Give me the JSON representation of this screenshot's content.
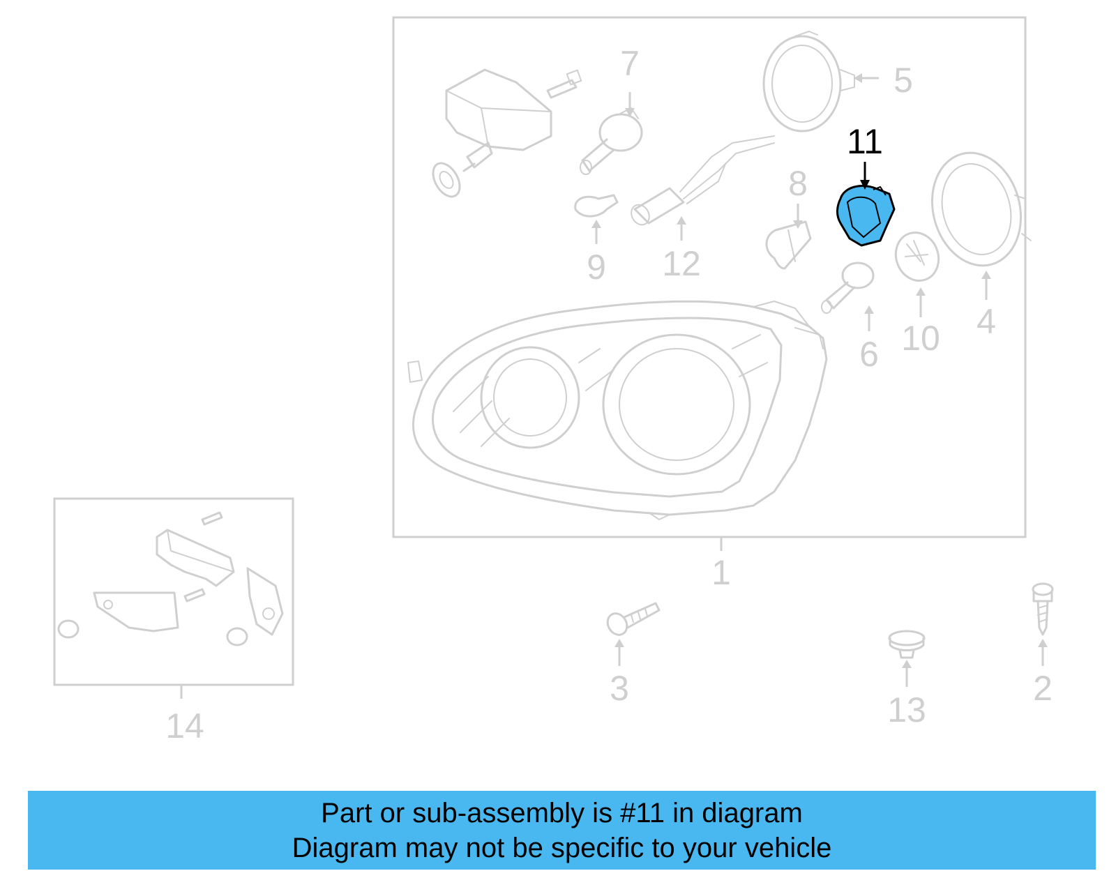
{
  "callouts": {
    "c1": "1",
    "c2": "2",
    "c3": "3",
    "c4": "4",
    "c5": "5",
    "c6": "6",
    "c7": "7",
    "c8": "8",
    "c9": "9",
    "c10": "10",
    "c11": "11",
    "c12": "12",
    "c13": "13",
    "c14": "14"
  },
  "highlighted_part": "11",
  "colors": {
    "highlight": "#4ab8f0",
    "banner": "#4ab8f0",
    "parts": "#cfcfcf"
  },
  "banner": {
    "line1": "Part or sub-assembly is #11 in diagram",
    "line2": "Diagram may not be specific to your vehicle"
  }
}
